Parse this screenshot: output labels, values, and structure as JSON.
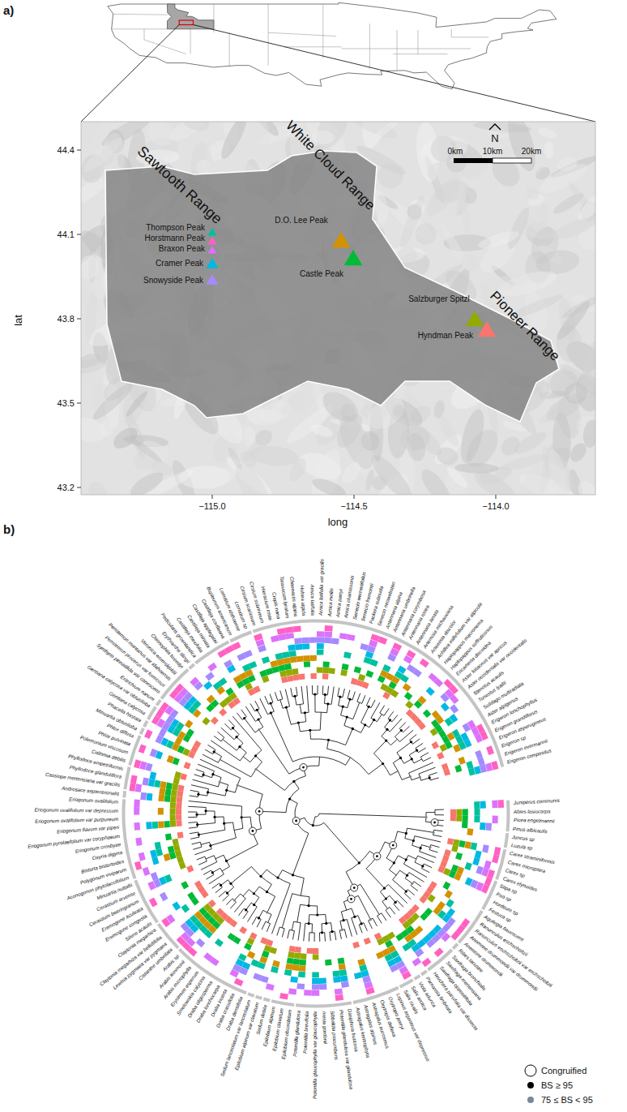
{
  "diagram": {
    "labels": [
      "a)",
      "44.4",
      "44.1",
      "43.8",
      "43.5",
      "43.2",
      "−115.0",
      "−114.5",
      "−114.0",
      "lat",
      "long",
      "Sawtooth Range",
      "White Cloud Range",
      "Pioneer Range",
      "Thompson Peak",
      "Horstmann Peak",
      "Braxon Peak",
      "Cramer Peak",
      "Snowyside Peak",
      "D.O. Lee Peak",
      "Castle Peak",
      "Salzburger Spitzl",
      "Hyndman Peak",
      "0km",
      "10km",
      "20km",
      "N",
      "b)",
      "Juniperus communis",
      "Abies lasiocarpa",
      "Picea engelmannii",
      "Pinus albicaulis",
      "Juncus sp",
      "Luzula sp",
      "Carex straminiformis",
      "Carex microptera",
      "Carex sp",
      "Carex elynoides",
      "Stipa sp",
      "Poa sp",
      "Hordeum sp",
      "Festuca sp",
      "Aquilegia flavescens",
      "Ranunculus eschscholtzii",
      "Ranunculus eschscholtzii var eschscholtzii",
      "Anemone drummondii var drummondii",
      "Anemone drummondii",
      "Ribes lacustre",
      "Saxifraga bronchialis",
      "Saxifraga mertensiana",
      "Saxifraga oppositifolia",
      "Heuchera parvifolia var dissecta",
      "Parnassia fimbriata",
      "Viola adunca",
      "Salix arctica",
      "Salix nivalis",
      "Lupinus argenteus var depressus",
      "Oxytropis parryi",
      "Oxytropis deflexa",
      "Astragalus eucosmus",
      "Astragalus alpinus",
      "Astragalus kentrophyta",
      "Dasiphora fruticosa",
      "Potentilla glandulosa var glandulosa",
      "Sibbaldia procumbens",
      "Ivesia gordonii",
      "Potentilla glaucophylla var glaucophylla",
      "Potentilla brevifolia",
      "Potentilla glandulosa",
      "Epilobium obcordatum",
      "Epilobium clavatum",
      "Epilobium alpinum",
      "Sedum debile",
      "Epilobium alpinum var clavatum",
      "Sedum lanceolatum var lanceolatum",
      "Draba densifolia",
      "Draba crassifolia",
      "Draba incerta",
      "Draba lonchocarpa",
      "Draba oligosperma",
      "Smelowskia calycina",
      "Erysimum asperum",
      "Arabis microphylla",
      "Arabis lemmonii",
      "Arabis sp",
      "Cistanthe umbellata",
      "Lewisia pygmaea var pygmaea",
      "Claytonia megarhiza var bellidifolia",
      "Claytonia megarhiza",
      "Silene acaulis",
      "Eremogone congesta",
      "Eremogone aculeata",
      "Cerastium beeringianum",
      "Cerastium arvense",
      "Minuartia nuttallii",
      "Aconogonon phytolaccifolium",
      "Polygonum viviparum",
      "Bistorta bistortoides",
      "Oxyria digyna",
      "Eriogonum crosbyae",
      "Eriogonum pyrolaefolium var coryphaeum",
      "Eriogonum flavum var piperi",
      "Eriogonum ovalifolium var purpureum",
      "Eriogonum ovalifolium var depressum",
      "Eriogonum ovalifolium",
      "Androsace septentrionalis",
      "Cassiope mertensiana var gracilis",
      "Phyllodoce glanduliflora",
      "Phyllodoce empetriformis",
      "Collomia debilis",
      "Polemonium viscosum",
      "Phlox pulvinata",
      "Phlox diffusa",
      "Minuartia obtusiloba",
      "Phacelia hastata",
      "Gentiana calycosa",
      "Gentiana calycosa var obtusiloba",
      "Eritrichium nanum",
      "Synthyris pinnatifida var canescens",
      "Penstemon procerus var formosus",
      "Penstemon montanus var idahoensis",
      "Veronica wormskjoldii",
      "Chionophila tweedyi",
      "Erythranthe tilingii",
      "Pedicularis groenlandica",
      "Castilleja rhexifolia",
      "Castilleja miniata",
      "Castilleja applegatei",
      "Castilleja covilleana",
      "Bupleurum americanum",
      "Lomatium idahoense",
      "Lomatium sp",
      "Cirsium scariosum",
      "Cirsium subniveum",
      "Hieracium triste",
      "Crepis nana",
      "Taraxacum lyratum",
      "Chaenactis alpina",
      "Hulsea algida",
      "Arnica latifolia",
      "Arnica latifolia var gracilis",
      "Arnica mollis",
      "Arnica parryi",
      "Arnica chamissonis",
      "Senecio werneriifolius",
      "Senecio fremontii",
      "Packera subnuda",
      "Senecio neowebsteri",
      "Antennaria alpina",
      "Antennaria umbrinella",
      "Antennaria corymbosa",
      "Antennaria rosea",
      "Antennaria lanata",
      "Artemisia michauxiana",
      "Artemisia discolor",
      "Achillea millefolium var alpicola",
      "Haplopappus macronema",
      "Haplopappus suffruticosus",
      "Ericameria discoidea",
      "Aster foliaceus var apricus",
      "Aster occidentalis var occidentalis",
      "Stenotus acaulis",
      "Tonestus lyallii",
      "Solidago multiradiata",
      "Aster alpigenus",
      "Erigeron lonchophyllus",
      "Erigeron grandiflorus",
      "Erigeron asperugineus",
      "Erigeron sp",
      "Erigeron evermannii",
      "Erigeron compositus"
    ],
    "legend": [
      {
        "text": "Congruified"
      },
      {
        "text": "BS ≥ 95",
        "color": "#000000"
      },
      {
        "text": "75 ≤ BS < 95",
        "color": "#778899"
      }
    ]
  }
}
